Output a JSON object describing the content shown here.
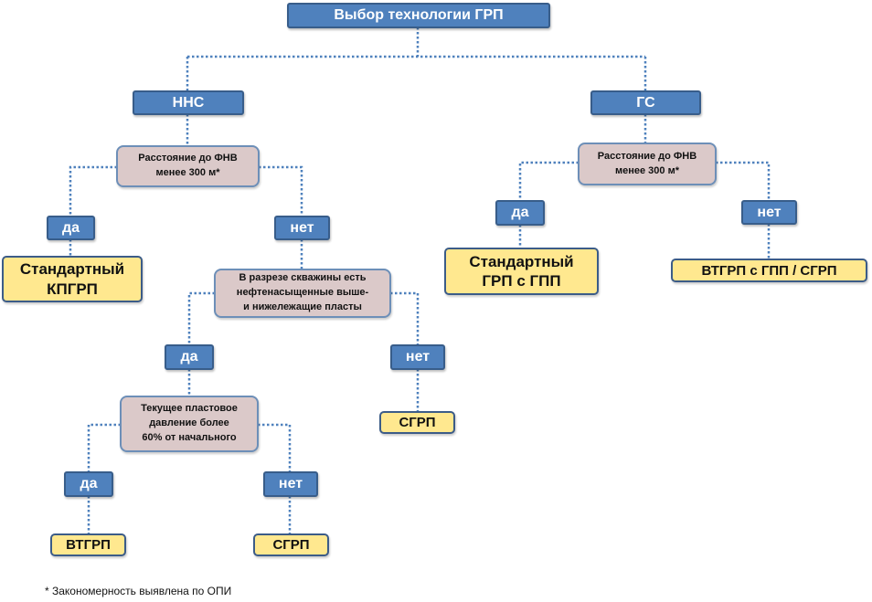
{
  "nodes": {
    "root": "Выбор технологии ГРП",
    "nns": "ННС",
    "gs": "ГС",
    "q_fnv_nns": "Расстояние до ФНВ\nменее 300 м*",
    "q_fnv_gs": "Расстояние до ФНВ\nменее 300 м*",
    "yes_nns": "да",
    "no_nns": "нет",
    "yes_gs": "да",
    "no_gs": "нет",
    "result_std_kpgrp": "Стандартный\nКПГРП",
    "result_std_grp_gpp": "Стандартный\nГРП с ГПП",
    "result_vtgrp_gpp_sgrp": "ВТГРП с ГПП / СГРП",
    "q_layers": "В разрезе скважины  есть\nнефтенасыщенные выше-\nи нижележащие пласты",
    "yes_layers": "да",
    "no_layers": "нет",
    "result_sgrp_1": "СГРП",
    "q_pressure": "Текущее пластовое\nдавление более\n60% от начального",
    "yes_pressure": "да",
    "no_pressure": "нет",
    "result_vtgrp": "ВТГРП",
    "result_sgrp_2": "СГРП"
  },
  "footnote": "* Закономерность выявлена по ОПИ",
  "colors": {
    "decision_fill": "#4f81bd",
    "condition_fill": "#dbc9c9",
    "result_fill": "#ffe88f",
    "connector": "#4f81bd"
  }
}
